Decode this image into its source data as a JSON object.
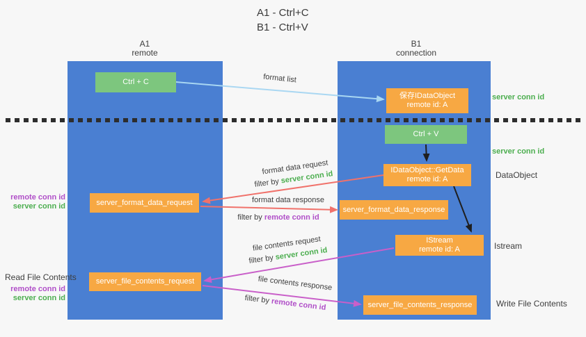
{
  "title": {
    "line1": "A1 - Ctrl+C",
    "line2": "B1 - Ctrl+V"
  },
  "lanes": {
    "left": {
      "header": "A1",
      "subheader": "remote"
    },
    "right": {
      "header": "B1",
      "subheader": "connection"
    }
  },
  "nodes": {
    "ctrl_c": {
      "label": "Ctrl + C"
    },
    "save_idataobject": {
      "line1": "保存IDataObject",
      "line2": "remote id: A"
    },
    "ctrl_v": {
      "label": "Ctrl + V"
    },
    "idataobject_getdata": {
      "line1": "IDataObject::GetData",
      "line2": "remote id: A"
    },
    "server_format_data_request": {
      "label": "server_format_data_request"
    },
    "server_format_data_response": {
      "label": "server_format_data_response"
    },
    "istream": {
      "line1": "IStream",
      "line2": "remote id: A"
    },
    "server_file_contents_request": {
      "label": "server_file_contents_request"
    },
    "server_file_contents_response": {
      "label": "server_file_contents_response"
    }
  },
  "side_labels": {
    "server_conn_id_top": "server conn id",
    "server_conn_id_mid": "server conn id",
    "dataobject": "DataObject",
    "istream": "Istream",
    "write_file_contents": "Write File Contents",
    "read_file_contents": "Read File Contents",
    "left_top": {
      "remote_conn_id": "remote conn id",
      "server_conn_id": "server conn id"
    },
    "left_bottom": {
      "remote_conn_id": "remote conn id",
      "server_conn_id": "server conn id"
    }
  },
  "arrow_labels": {
    "format_list": "format list",
    "format_data_request": "format data request",
    "format_data_response": "format data response",
    "file_contents_request": "file contents request",
    "file_contents_response": "file contents response",
    "filter_by": "filter by ",
    "server_conn_id": "server conn id",
    "remote_conn_id": "remote conn id"
  },
  "colors": {
    "background": "#f7f7f7",
    "lane_blue": "#4a7fd2",
    "node_orange": "#f7a843",
    "node_green": "#7dc67e",
    "accent_green": "#4cae4f",
    "accent_purple": "#b04fc8",
    "arrow_salmon": "#f0726b",
    "arrow_magenta": "#c95fc9",
    "arrow_lightblue": "#a9d7f2",
    "arrow_black": "#1f1f1f",
    "text_dark": "#3d3d3d"
  }
}
